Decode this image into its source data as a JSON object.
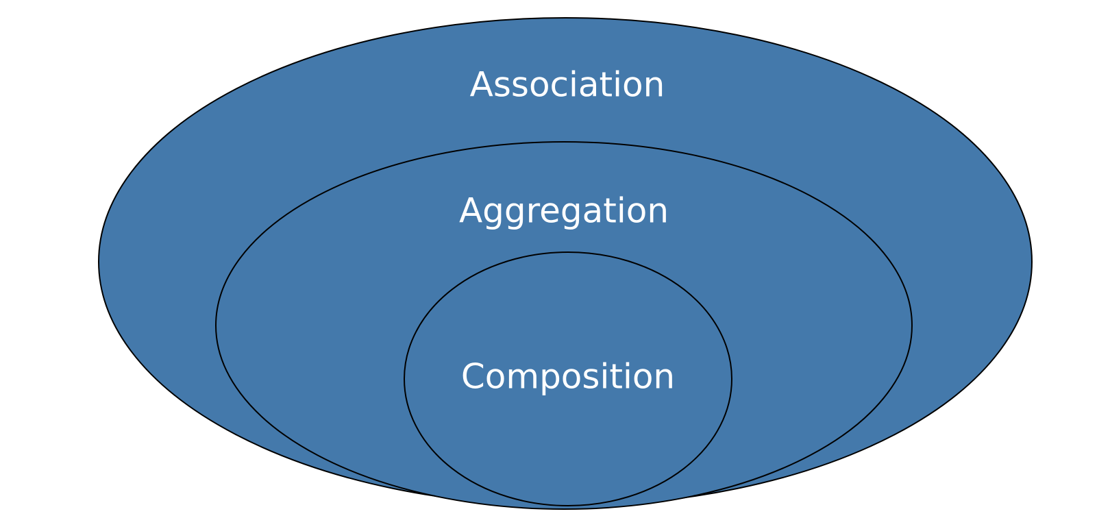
{
  "diagram": {
    "fill_color": "#4479ab",
    "stroke_color": "#000000",
    "text_color": "#ffffff",
    "labels": {
      "outer": "Association",
      "middle": "Aggregation",
      "inner": "Composition"
    }
  }
}
